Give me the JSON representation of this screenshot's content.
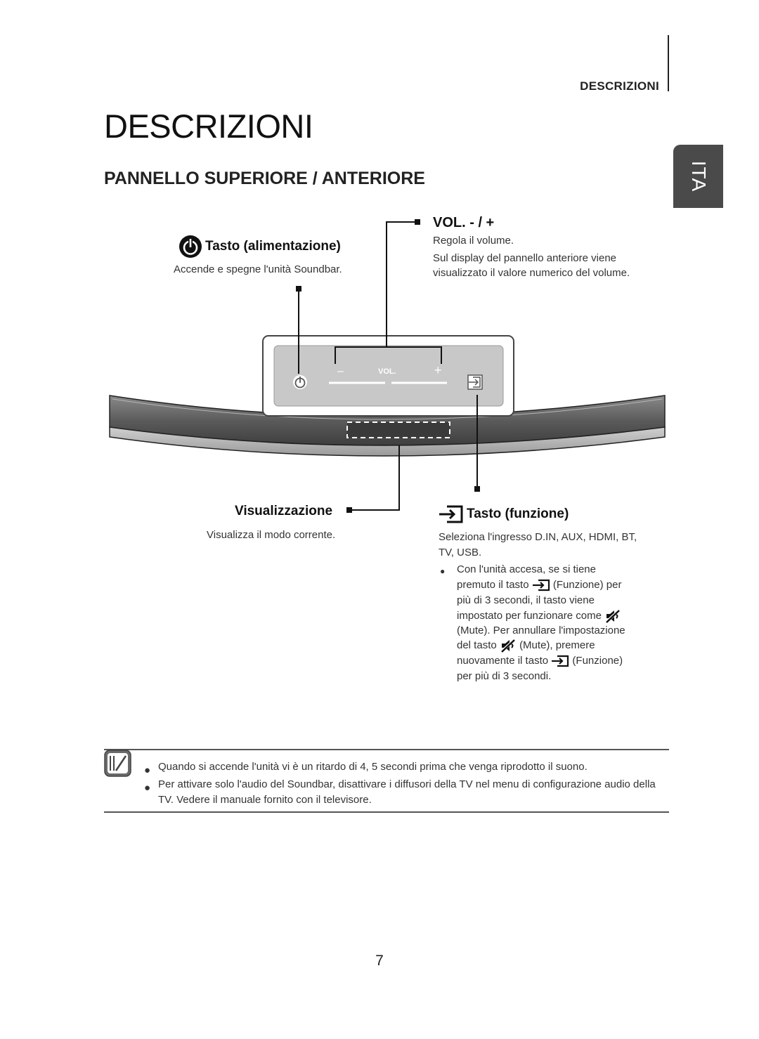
{
  "header": {
    "section": "DESCRIZIONI",
    "lang_tab": "ITA"
  },
  "page": {
    "title": "DESCRIZIONI",
    "subtitle": "PANNELLO SUPERIORE / ANTERIORE",
    "number": "7"
  },
  "power": {
    "title": "Tasto (alimentazione)",
    "desc": "Accende e spegne l'unità Soundbar.",
    "icon": "power-icon"
  },
  "volume": {
    "title": "VOL. - / +",
    "desc1": "Regola il volume.",
    "desc2a": "Sul display del pannello anteriore viene",
    "desc2b": "visualizzato il valore numerico del volume.",
    "panel_label": "VOL.",
    "minus": "–",
    "plus": "+"
  },
  "display": {
    "title": "Visualizzazione",
    "desc": "Visualizza il modo corrente."
  },
  "function": {
    "title": "Tasto (funzione)",
    "desc_a": "Seleziona l'ingresso D.IN, AUX, HDMI, BT,",
    "desc_b": "TV, USB.",
    "bullet_lines": {
      "l1": "Con l'unità accesa, se si tiene",
      "l2a": "premuto il tasto",
      "l2b": "(Funzione) per",
      "l3": "più di 3 secondi, il tasto viene",
      "l4": "impostato per funzionare come",
      "l5": "(Mute). Per annullare l'impostazione",
      "l6a": "del tasto",
      "l6b": "(Mute), premere",
      "l7a": "nuovamente il tasto",
      "l7b": "(Funzione)",
      "l8": "per più di 3 secondi."
    },
    "icon": "input-source-icon",
    "mute_icon": "mute-icon"
  },
  "notes": {
    "icon": "note-icon",
    "items": [
      "Quando si accende l'unità vi è un ritardo di 4, 5 secondi prima che venga riprodotto il suono.",
      "Per attivare solo l'audio del Soundbar, disattivare i diffusori della TV nel menu di configurazione audio della",
      "TV. Vedere il manuale fornito con il televisore."
    ]
  },
  "bullet_char": "●"
}
